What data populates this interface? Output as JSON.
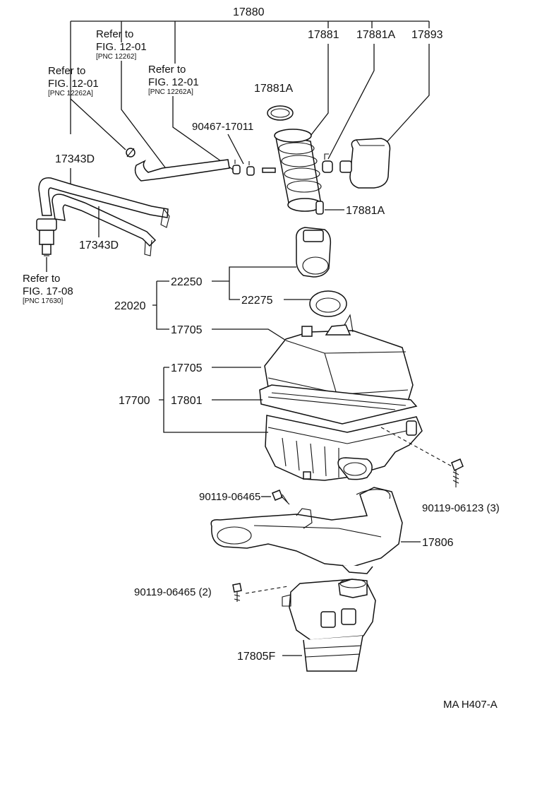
{
  "labels": {
    "p17880": "17880",
    "p17881": "17881",
    "p17881A_top": "17881A",
    "p17893": "17893",
    "p17881A_clamp": "17881A",
    "p17881A_lower": "17881A",
    "p90467": "90467-17011",
    "p17343D_top": "17343D",
    "p17343D_bot": "17343D",
    "p22250": "22250",
    "p22275": "22275",
    "p22020": "22020",
    "p17705_a": "17705",
    "p17705_b": "17705",
    "p17700": "17700",
    "p17801": "17801",
    "p90119_06465": "90119-06465",
    "p90119_06123": "90119-06123 (3)",
    "p17806": "17806",
    "p90119_06465_2": "90119-06465 (2)",
    "p17805F": "17805F",
    "footer": "MA  H407-A"
  },
  "refs": [
    {
      "line1": "Refer to",
      "line2": "FIG. 12-01",
      "line3": "[PNC 12262]"
    },
    {
      "line1": "Refer to",
      "line2": "FIG. 12-01",
      "line3": "[PNC 12262A]"
    },
    {
      "line1": "Refer to",
      "line2": "FIG. 12-01",
      "line3": "[PNC 12262A]"
    },
    {
      "line1": "Refer to",
      "line2": "FIG. 17-08",
      "line3": "[PNC 17630]"
    }
  ]
}
